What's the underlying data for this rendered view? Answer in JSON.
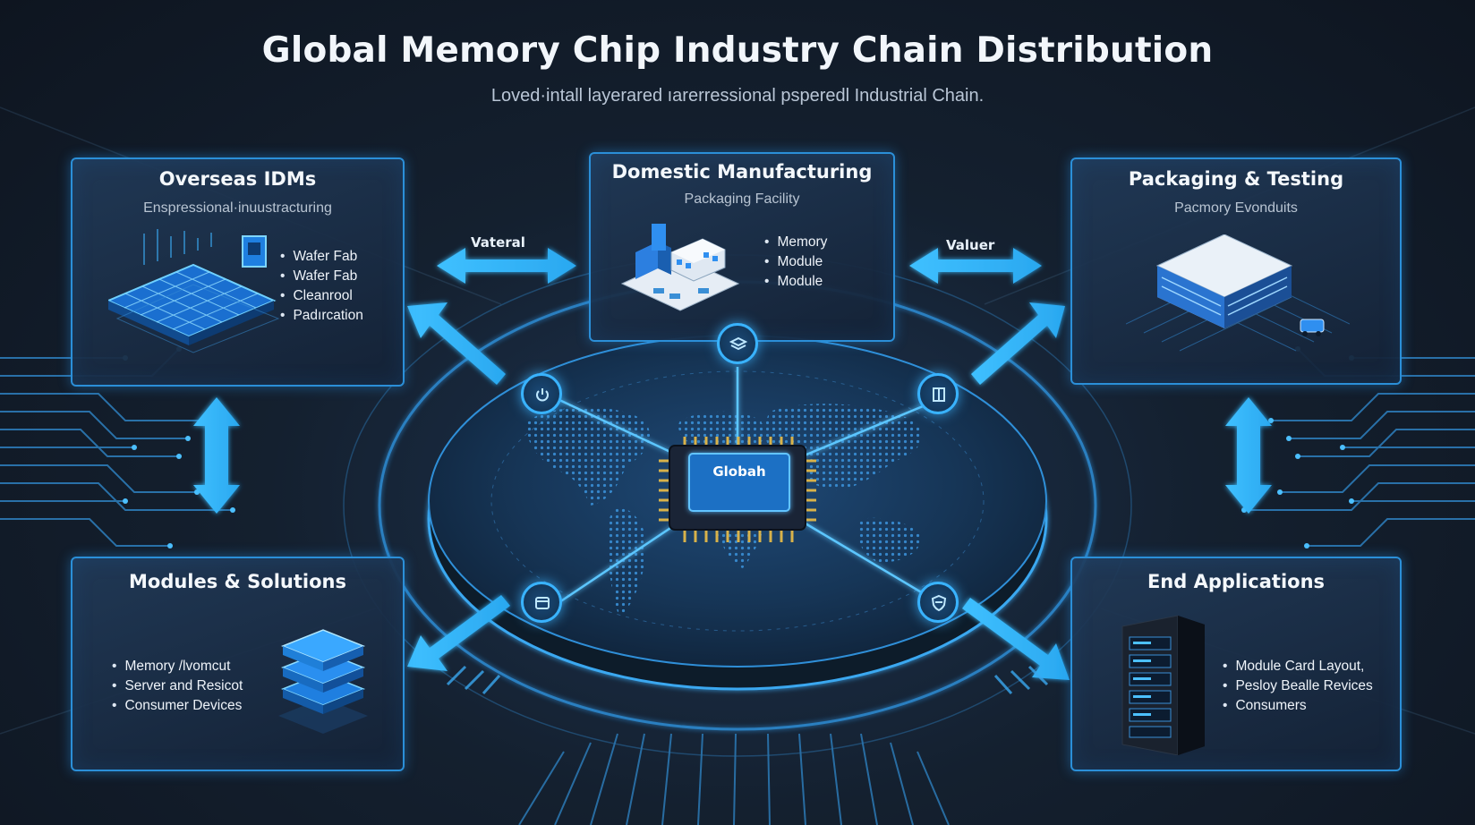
{
  "header": {
    "title": "Global Memory Chip Industry Chain Distribution",
    "subtitle": "Loved·intall layerared ıarerressional psperedl Industrial Chain."
  },
  "center": {
    "chip_label": "Globah"
  },
  "panels": {
    "overseas_idms": {
      "title": "Overseas IDMs",
      "subtitle": "Enspressional·inuustracturing",
      "bullets": [
        "Wafer Fab",
        "Wafer Fab",
        "Cleanrool",
        "Padırcation"
      ]
    },
    "domestic_manufacturing": {
      "title": "Domestic Manufacturing",
      "subtitle": "Packaging Facility",
      "bullets": [
        "Memory",
        "Module",
        "Module"
      ]
    },
    "packaging_testing": {
      "title": "Packaging & Testing",
      "subtitle": "Pacmory Evonduits"
    },
    "modules_solutions": {
      "title": "Modules & Solutions",
      "bullets": [
        "Memory /lvomcut",
        "Server  and Resicot",
        "Consumer Devices"
      ]
    },
    "end_applications": {
      "title": "End Applications",
      "bullets": [
        "Module Card Layout,",
        "Pesloy Bealle Revices",
        "Consumers"
      ]
    }
  },
  "flows": {
    "left_label": "Vateral",
    "right_label": "Valuer"
  },
  "icons": {
    "node_top": "layers-icon",
    "node_upper_left": "power-icon",
    "node_upper_right": "building-icon",
    "node_lower_left": "window-icon",
    "node_lower_right": "shield-icon"
  },
  "colors": {
    "accent": "#2b8fd8",
    "glow": "#39b3ff",
    "background": "#14202f"
  }
}
